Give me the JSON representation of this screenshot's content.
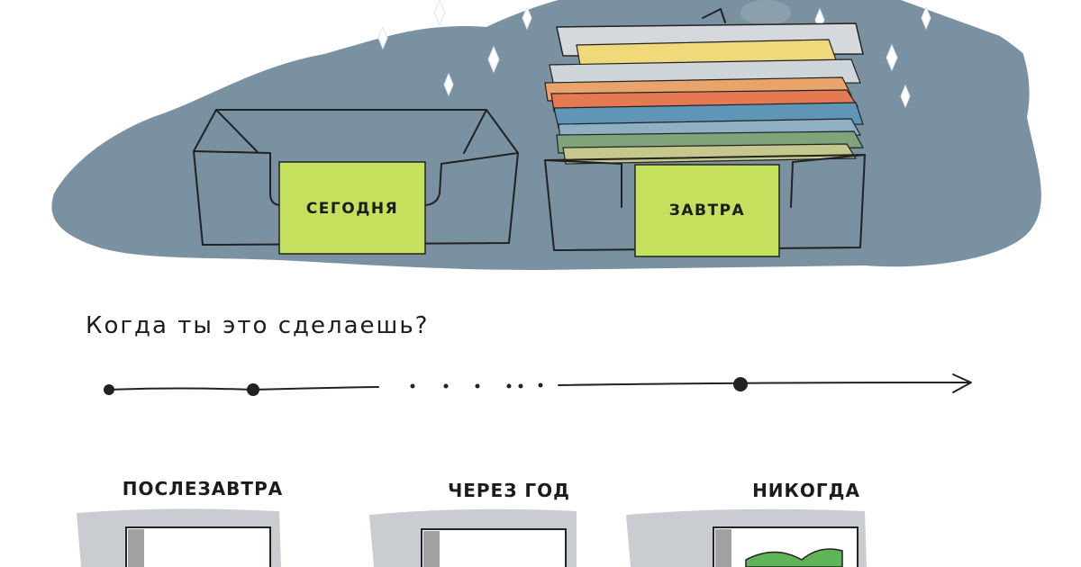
{
  "top": {
    "today_label": "СЕГОДНЯ",
    "tomorrow_label": "ЗАВТРА"
  },
  "question": "Когда ты это сделаешь?",
  "columns": [
    {
      "label": "ПОСЛЕЗАВТРА"
    },
    {
      "label": "ЧЕРЕЗ ГОД"
    },
    {
      "label": "НИКОГДА"
    }
  ],
  "colors": {
    "sticker": "#c4e05c",
    "wall": "#6f8899",
    "gray_bg": "#c9ccd0",
    "ink": "#222222"
  }
}
